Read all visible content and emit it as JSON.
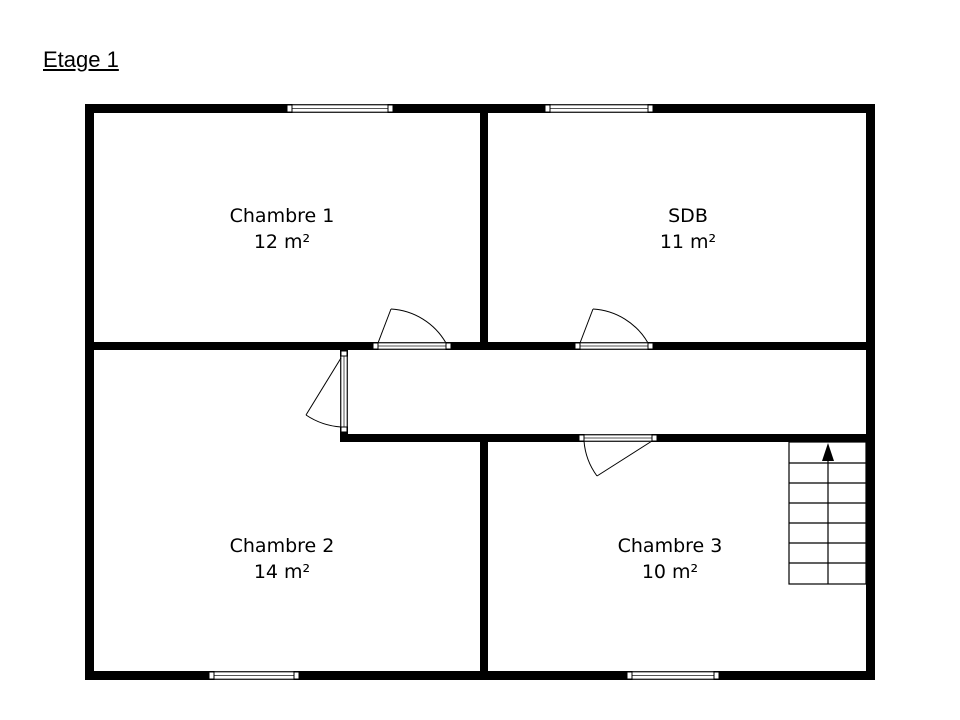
{
  "title": "Etage 1",
  "rooms": [
    {
      "id": "chambre-1",
      "name": "Chambre 1",
      "area": "12 m²"
    },
    {
      "id": "sdb",
      "name": "SDB",
      "area": "11 m²"
    },
    {
      "id": "chambre-2",
      "name": "Chambre 2",
      "area": "14 m²"
    },
    {
      "id": "chambre-3",
      "name": "Chambre 3",
      "area": "10 m²"
    }
  ],
  "colors": {
    "wall": "#000000",
    "background": "#ffffff",
    "window_frame": "#555555"
  }
}
